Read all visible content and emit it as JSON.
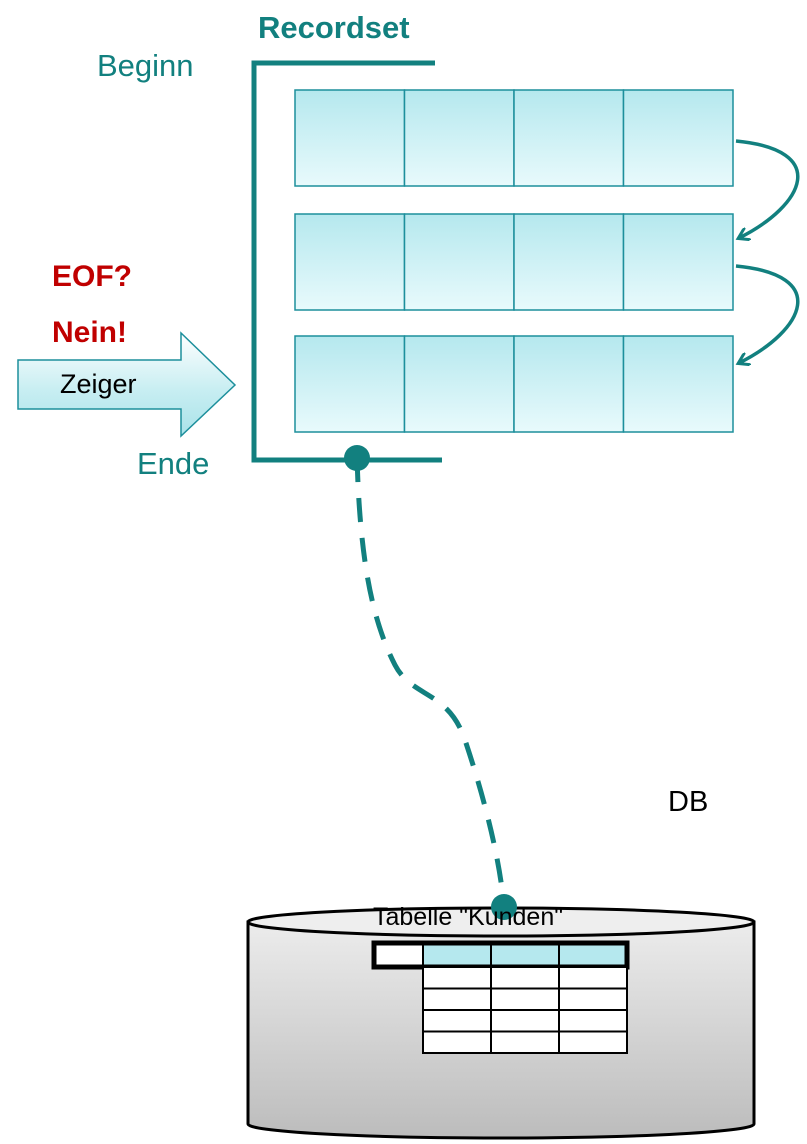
{
  "title": "Recordset",
  "begin_label": "Beginn",
  "end_label": "Ende",
  "eof_question": "EOF?",
  "eof_answer": "Nein!",
  "pointer_label": "Zeiger",
  "table_label": "Tabelle \"Kunden\"",
  "db_label": "DB",
  "colors": {
    "accent": "#12807f",
    "warning": "#c00000",
    "cell_top": "#b5e8ee",
    "cell_bottom": "#e8fafc",
    "cell_border": "#1d8f9c",
    "db_fill_top": "#ececec",
    "db_fill_bottom": "#bcbcbc"
  },
  "records": {
    "rows": 3,
    "fields": 4
  },
  "db_table": {
    "header_cells": 4,
    "body_rows": 4,
    "body_columns": 3
  }
}
